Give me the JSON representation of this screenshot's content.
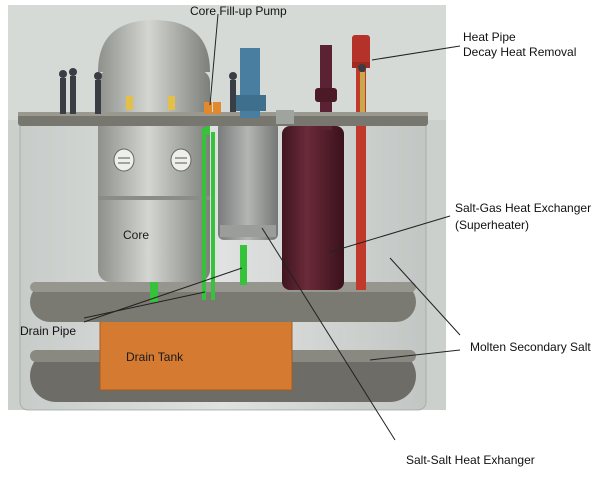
{
  "labels": {
    "core_fill_pump": "Core Fill-up Pump",
    "heat_pipe_line1": "Heat Pipe",
    "heat_pipe_line2": "Decay Heat Removal",
    "salt_gas_line1": "Salt-Gas Heat Exchanger",
    "salt_gas_line2": "(Superheater)",
    "molten_salt": "Molten Secondary Salt",
    "salt_salt": "Salt-Salt Heat Exhanger",
    "drain_pipe": "Drain Pipe",
    "core": "Core",
    "drain_tank": "Drain Tank"
  },
  "colors": {
    "vessel_wall": "#cfd3d1",
    "platform": "#7b7a73",
    "core_vessel": "#b7b9b5",
    "superheater": "#5e2230",
    "heat_pipe": "#c0392b",
    "drain_pipe": "#36c23a",
    "drain_tank": "#d9782e",
    "leader_line": "#222222"
  }
}
